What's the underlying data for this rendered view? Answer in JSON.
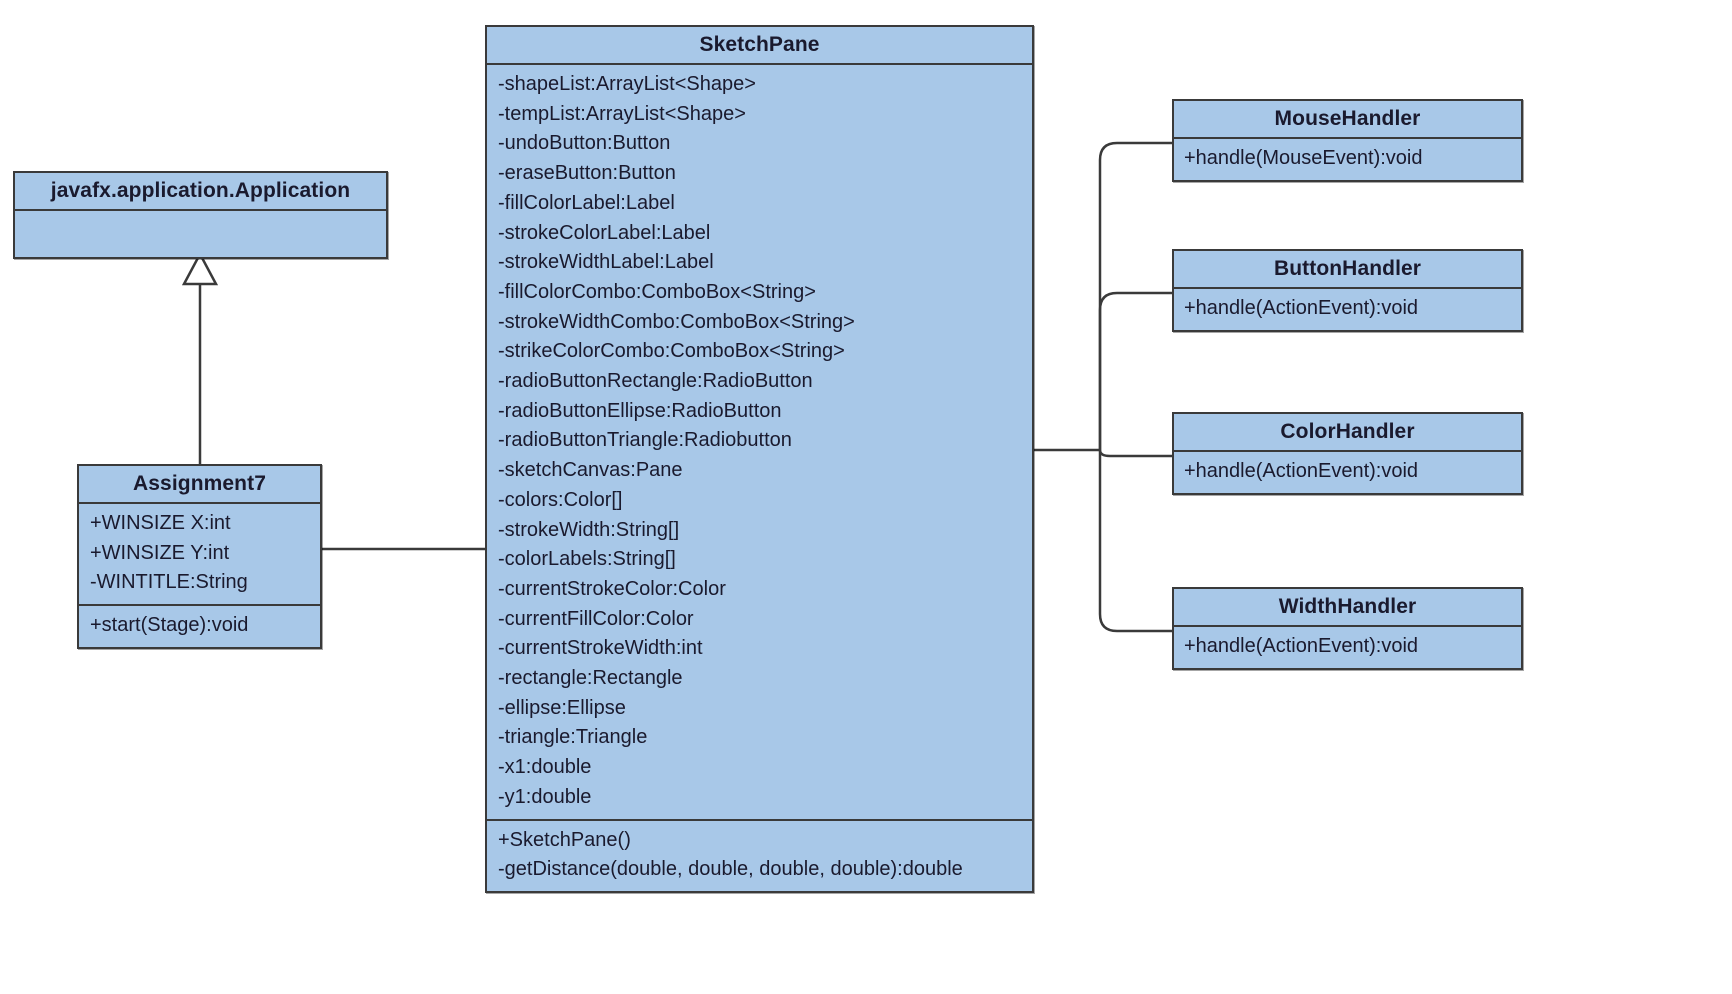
{
  "diagram": {
    "kind": "uml-class-diagram",
    "colors": {
      "class_fill": "#a8c8e8",
      "border": "#3a3a3a",
      "text": "#1a1a2e",
      "background": "#ffffff"
    },
    "classes": {
      "application": {
        "name": "javafx.application.Application",
        "attributes": [],
        "methods": []
      },
      "assignment7": {
        "name": "Assignment7",
        "attributes": [
          "+WINSIZE X:int",
          "+WINSIZE Y:int",
          "-WINTITLE:String"
        ],
        "methods": [
          "+start(Stage):void"
        ]
      },
      "sketchpane": {
        "name": "SketchPane",
        "attributes": [
          "-shapeList:ArrayList<Shape>",
          "-tempList:ArrayList<Shape>",
          "-undoButton:Button",
          "-eraseButton:Button",
          "-fillColorLabel:Label",
          "-strokeColorLabel:Label",
          "-strokeWidthLabel:Label",
          "-fillColorCombo:ComboBox<String>",
          "-strokeWidthCombo:ComboBox<String>",
          "-strikeColorCombo:ComboBox<String>",
          "-radioButtonRectangle:RadioButton",
          "-radioButtonEllipse:RadioButton",
          "-radioButtonTriangle:Radiobutton",
          "-sketchCanvas:Pane",
          "-colors:Color[]",
          "-strokeWidth:String[]",
          "-colorLabels:String[]",
          "-currentStrokeColor:Color",
          "-currentFillColor:Color",
          "-currentStrokeWidth:int",
          "-rectangle:Rectangle",
          "-ellipse:Ellipse",
          "-triangle:Triangle",
          "-x1:double",
          "-y1:double"
        ],
        "methods": [
          "+SketchPane()",
          "-getDistance(double, double, double, double):double"
        ]
      },
      "mousehandler": {
        "name": "MouseHandler",
        "attributes": [],
        "methods": [
          "+handle(MouseEvent):void"
        ]
      },
      "buttonhandler": {
        "name": "ButtonHandler",
        "attributes": [],
        "methods": [
          "+handle(ActionEvent):void"
        ]
      },
      "colorhandler": {
        "name": "ColorHandler",
        "attributes": [],
        "methods": [
          "+handle(ActionEvent):void"
        ]
      },
      "widthhandler": {
        "name": "WidthHandler",
        "attributes": [],
        "methods": [
          "+handle(ActionEvent):void"
        ]
      }
    },
    "relationships": [
      {
        "type": "generalization",
        "from": "Assignment7",
        "to": "javafx.application.Application"
      },
      {
        "type": "association",
        "from": "Assignment7",
        "to": "SketchPane"
      },
      {
        "type": "association",
        "from": "SketchPane",
        "to": "MouseHandler"
      },
      {
        "type": "association",
        "from": "SketchPane",
        "to": "ButtonHandler"
      },
      {
        "type": "association",
        "from": "SketchPane",
        "to": "ColorHandler"
      },
      {
        "type": "association",
        "from": "SketchPane",
        "to": "WidthHandler"
      }
    ]
  }
}
